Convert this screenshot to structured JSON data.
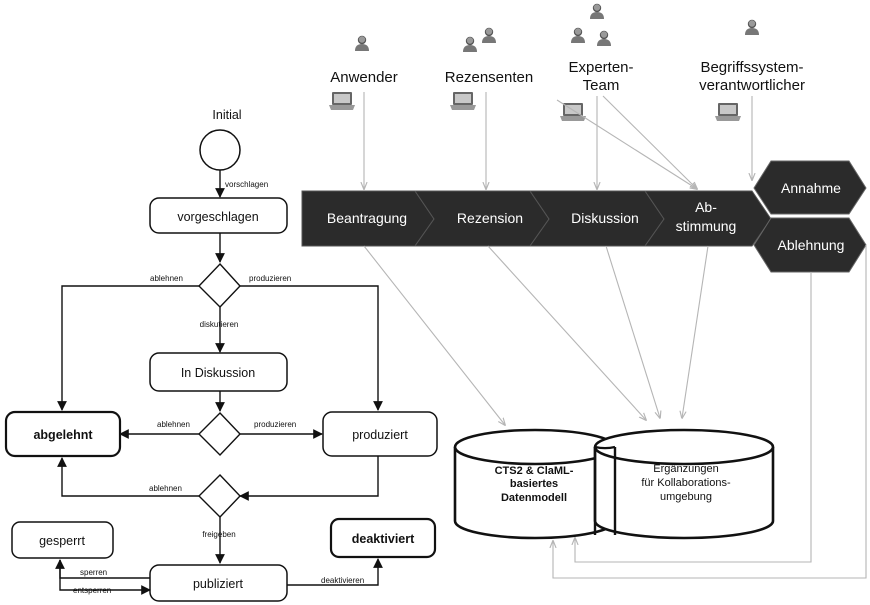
{
  "lifecycle": {
    "initial": "Initial",
    "states": {
      "vorgeschlagen": "vorgeschlagen",
      "in_diskussion": "In Diskussion",
      "abgelehnt": "abgelehnt",
      "produziert": "produziert",
      "gesperrt": "gesperrt",
      "deaktiviert": "deaktiviert",
      "publiziert": "publiziert"
    },
    "transitions": {
      "vorschlagen": "vorschlagen",
      "ablehnen": "ablehnen",
      "produzieren": "produzieren",
      "diskutieren": "diskutieren",
      "freigeben": "freigeben",
      "sperren": "sperren",
      "entsperren": "entsperren",
      "deaktivieren": "deaktivieren"
    }
  },
  "roles": {
    "anwender": "Anwender",
    "rezensenten": "Rezensenten",
    "experten_1": "Experten-",
    "experten_2": "Team",
    "begriff_1": "Begriffssystem-",
    "begriff_2": "verantwortlicher"
  },
  "process": {
    "beantragung": "Beantragung",
    "rezension": "Rezension",
    "diskussion": "Diskussion",
    "abstimmung_1": "Ab-",
    "abstimmung_2": "stimmung",
    "annahme": "Annahme",
    "ablehnung": "Ablehnung"
  },
  "database": {
    "left_1": "CTS2 & ClaML-",
    "left_2": "basiertes",
    "left_3": "Datenmodell",
    "right_1": "Ergänzungen",
    "right_2": "für Kollaborations-",
    "right_3": "umgebung"
  },
  "colors": {
    "process_bar": "#2b2b2b",
    "connector": "#b5b5b5",
    "ink": "#111111"
  }
}
